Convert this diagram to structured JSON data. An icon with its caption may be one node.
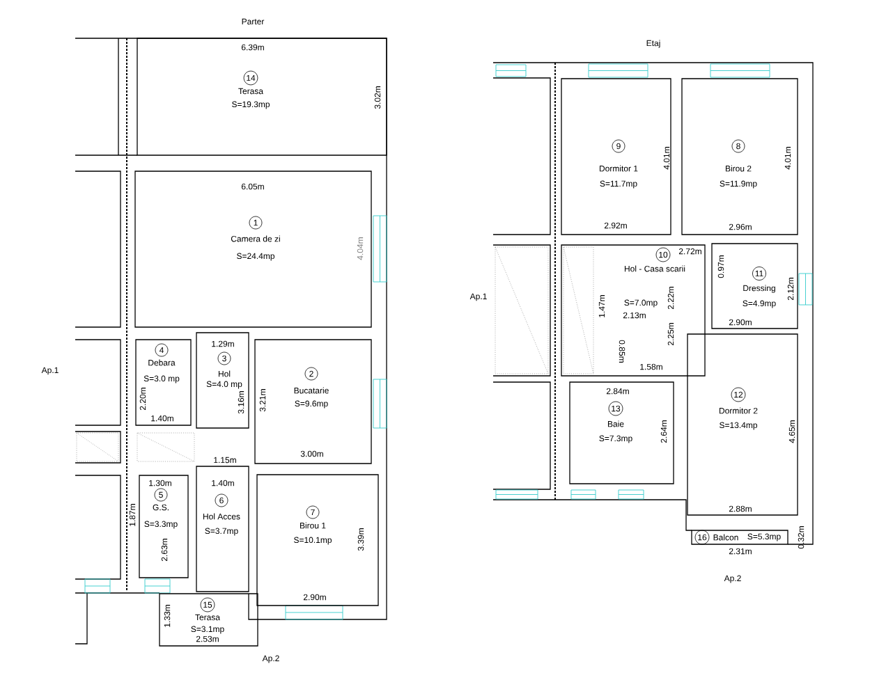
{
  "diagram": {
    "nodes": [
      {
        "text": [
          "14",
          "Terasa",
          "S=19.3mp"
        ]
      },
      {
        "text": [
          "1",
          "Camera de zi",
          "S=24.4mp"
        ]
      },
      {
        "text": [
          "9",
          "Dormitor 1",
          "S=11.7mp"
        ]
      },
      {
        "text": [
          "8",
          "Birou 2",
          "S=11.9mp"
        ]
      },
      {
        "text": [
          "10",
          "Hol - Casa scarii",
          "S=7.0mp"
        ]
      },
      {
        "text": [
          "11",
          "Dressing",
          "S=4.9mp"
        ]
      },
      {
        "text": [
          "4",
          "Debara",
          "S=3.0 mp"
        ]
      },
      {
        "text": [
          "3",
          "Hol",
          "S=4.0 mp"
        ]
      },
      {
        "text": [
          "2",
          "Bucatarie",
          "S=9.6mp"
        ]
      },
      {
        "text": [
          "12",
          "Dormitor 2",
          "S=13.4mp"
        ]
      },
      {
        "text": [
          "13",
          "Baie",
          "S=7.3mp"
        ]
      },
      {
        "text": [
          "5",
          "G.S.",
          "S=3.3mp"
        ]
      },
      {
        "text": [
          "6",
          "Hol Acces",
          "S=3.7mp"
        ]
      },
      {
        "text": [
          "7",
          "Birou 1",
          "S=10.1mp"
        ]
      },
      {
        "text": [
          "16",
          "Balcon",
          "S=5.3mp"
        ]
      },
      {
        "text": [
          "15",
          "Terasa",
          "S=3.1mp"
        ]
      }
    ],
    "labels": [
      "Parter",
      "6.39m",
      "3.02m",
      "Etaj",
      "4.01m",
      "4.01m",
      "6.05m",
      "2.92m",
      "2.96m",
      "4.04m",
      "2.72m",
      "0.97m",
      "2.12m",
      "Ap.1",
      "1.47m",
      "2.13m",
      "2.22m",
      "2.90m",
      "2.25m",
      "1.29m",
      "0.85m",
      "Ap.1",
      "1.58m",
      "2.20m",
      "3.16m",
      "3.21m",
      "2.84m",
      "1.40m",
      "2.64m",
      "4.65m",
      "3.00m",
      "1.15m",
      "1.30m",
      "1.40m",
      "1.87m",
      "2.63m",
      "3.39m",
      "2.88m",
      "0.32m",
      "2.31m",
      "Ap.2",
      "2.90m",
      "1.33m",
      "2.53m",
      "Ap.2"
    ]
  }
}
